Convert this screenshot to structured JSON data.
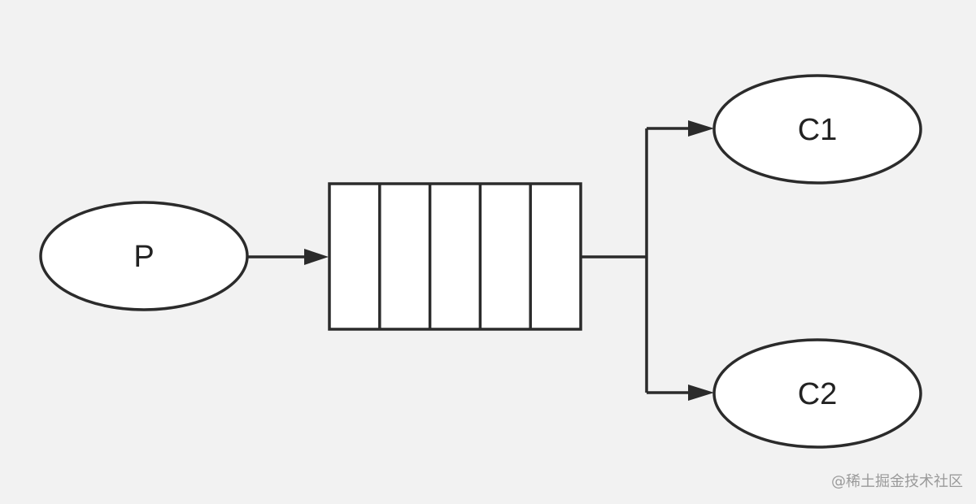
{
  "colors": {
    "background": "#f2f2f2",
    "stroke": "#2b2b2b",
    "node_fill": "#ffffff",
    "label": "#222222",
    "watermark": "#9a9a9a"
  },
  "nodes": {
    "producer": {
      "label": "P"
    },
    "consumer_1": {
      "label": "C1"
    },
    "consumer_2": {
      "label": "C2"
    }
  },
  "queue": {
    "slots": 5
  },
  "edges": [
    {
      "from": "producer",
      "to": "queue"
    },
    {
      "from": "queue",
      "to": "consumer_1"
    },
    {
      "from": "queue",
      "to": "consumer_2"
    }
  ],
  "watermark": {
    "text": "@稀土掘金技术社区"
  }
}
